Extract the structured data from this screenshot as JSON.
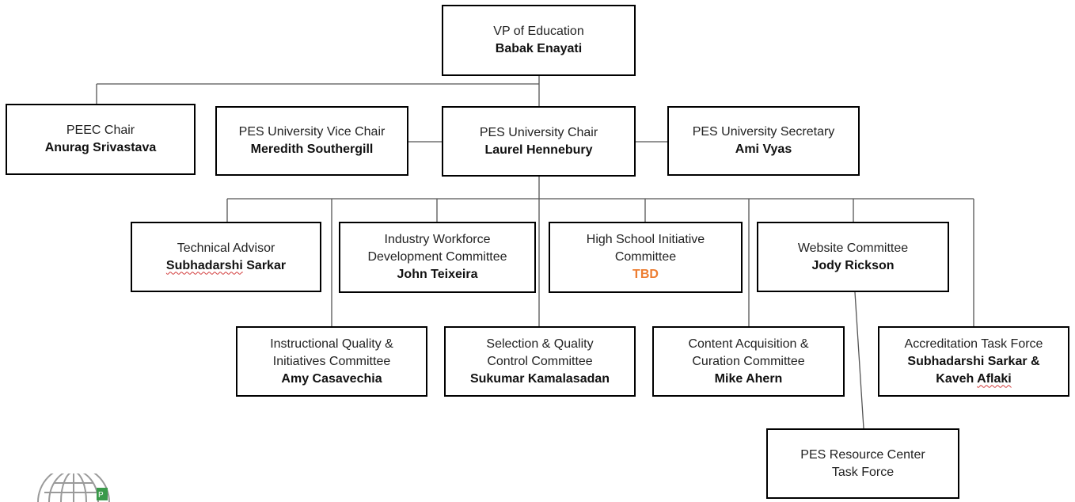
{
  "nodes": {
    "vp": {
      "title": "VP of Education",
      "name": "Babak Enayati"
    },
    "peec": {
      "title": "PEEC Chair",
      "name": "Anurag Srivastava"
    },
    "vice_chair": {
      "title": "PES University Vice Chair",
      "name": "Meredith Southergill"
    },
    "chair": {
      "title": "PES University Chair",
      "name": "Laurel Hennebury"
    },
    "secretary": {
      "title": "PES University Secretary",
      "name": "Ami Vyas"
    },
    "tech_advisor": {
      "title": "Technical Advisor",
      "name_a": "Subhadarshi",
      "name_b": " Sarkar"
    },
    "industry": {
      "title_1": "Industry Workforce",
      "title_2": "Development Committee",
      "name": "John Teixeira"
    },
    "high_school": {
      "title_1": "High School Initiative",
      "title_2": "Committee",
      "name": "TBD"
    },
    "website": {
      "title": "Website Committee",
      "name": "Jody Rickson"
    },
    "instructional": {
      "title_1": "Instructional Quality &",
      "title_2": "Initiatives Committee",
      "name": "Amy Casavechia"
    },
    "selection": {
      "title_1": "Selection & Quality",
      "title_2": "Control Committee",
      "name": "Sukumar Kamalasadan"
    },
    "content": {
      "title_1": "Content Acquisition &",
      "title_2": "Curation Committee",
      "name": "Mike Ahern"
    },
    "accreditation": {
      "title": "Accreditation Task Force",
      "name_1a": "Subhadarshi",
      "name_1b": " Sarkar &",
      "name_2a": "Kaveh ",
      "name_2b": "Aflaki"
    },
    "resource_center": {
      "title_1": "PES Resource Center",
      "title_2": "Task Force"
    }
  },
  "colors": {
    "tbd": "#ed7d31",
    "line": "#555555",
    "border": "#000000",
    "spellcheck": "#d23b3b"
  },
  "icons": {
    "logo": "globe-logo-icon"
  }
}
